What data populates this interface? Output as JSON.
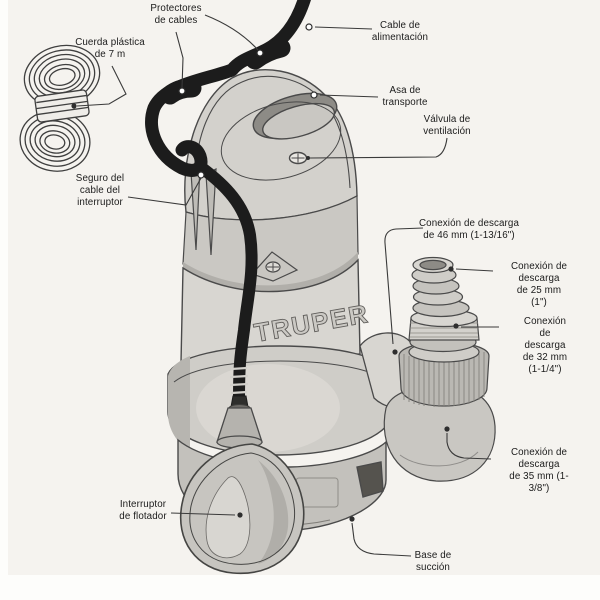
{
  "diagram": {
    "title_hint": "Submersible pump parts diagram",
    "brand_text": "TRUPER",
    "colors": {
      "line": "#3f3f3f",
      "cable": "#1c1c1c",
      "body_light": "#d8d6d1",
      "body_mid": "#c7c5c0",
      "body_dark": "#8d8b86",
      "background": "#f5f3ef"
    },
    "labels": [
      {
        "name": "plastic-rope",
        "text": "Cuerda plástica\nde 7 m"
      },
      {
        "name": "cable-protectors",
        "text": "Protectores\nde cables"
      },
      {
        "name": "power-cable",
        "text": "Cable de\nalimentación"
      },
      {
        "name": "carry-handle",
        "text": "Asa de\ntransporte"
      },
      {
        "name": "vent-valve",
        "text": "Válvula de\nventilación"
      },
      {
        "name": "switch-cable-lock",
        "text": "Seguro del\ncable del\ninterruptor"
      },
      {
        "name": "discharge-46mm",
        "text": "Conexión de descarga\nde 46 mm (1-13/16\")"
      },
      {
        "name": "discharge-25mm",
        "text": "Conexión de descarga\nde 25 mm (1\")"
      },
      {
        "name": "discharge-32mm",
        "text": "Conexión de descarga\nde 32 mm (1-1/4\")"
      },
      {
        "name": "discharge-35mm",
        "text": "Conexión de descarga\nde 35 mm (1-3/8\")"
      },
      {
        "name": "float-switch",
        "text": "Interruptor\nde flotador"
      },
      {
        "name": "suction-base",
        "text": "Base de\nsucción"
      }
    ]
  }
}
